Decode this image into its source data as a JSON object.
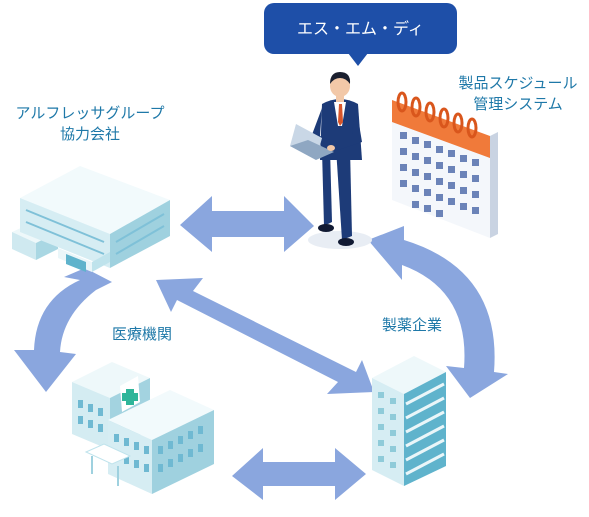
{
  "bubble": {
    "text": "エス・エム・ディ"
  },
  "labels": {
    "system_line1": "製品スケジュール",
    "system_line2": "管理システム",
    "partner_line1": "アルフレッサグループ",
    "partner_line2": "協力会社",
    "medical": "医療機関",
    "pharma": "製薬企業"
  },
  "colors": {
    "arrow": "#8aa6de",
    "bubble": "#1e4fa8",
    "label": "#1e78a8",
    "suit": "#1d3b78",
    "building_light": "#e6f5f8",
    "building_mid": "#bfe3ec",
    "building_dark": "#8fcbd9",
    "calendar_ring": "#f07a3a",
    "cross": "#2fb59a"
  },
  "icons": [
    "businessman-icon",
    "calendar-icon",
    "office-building-icon",
    "hospital-icon",
    "pharma-building-icon"
  ]
}
